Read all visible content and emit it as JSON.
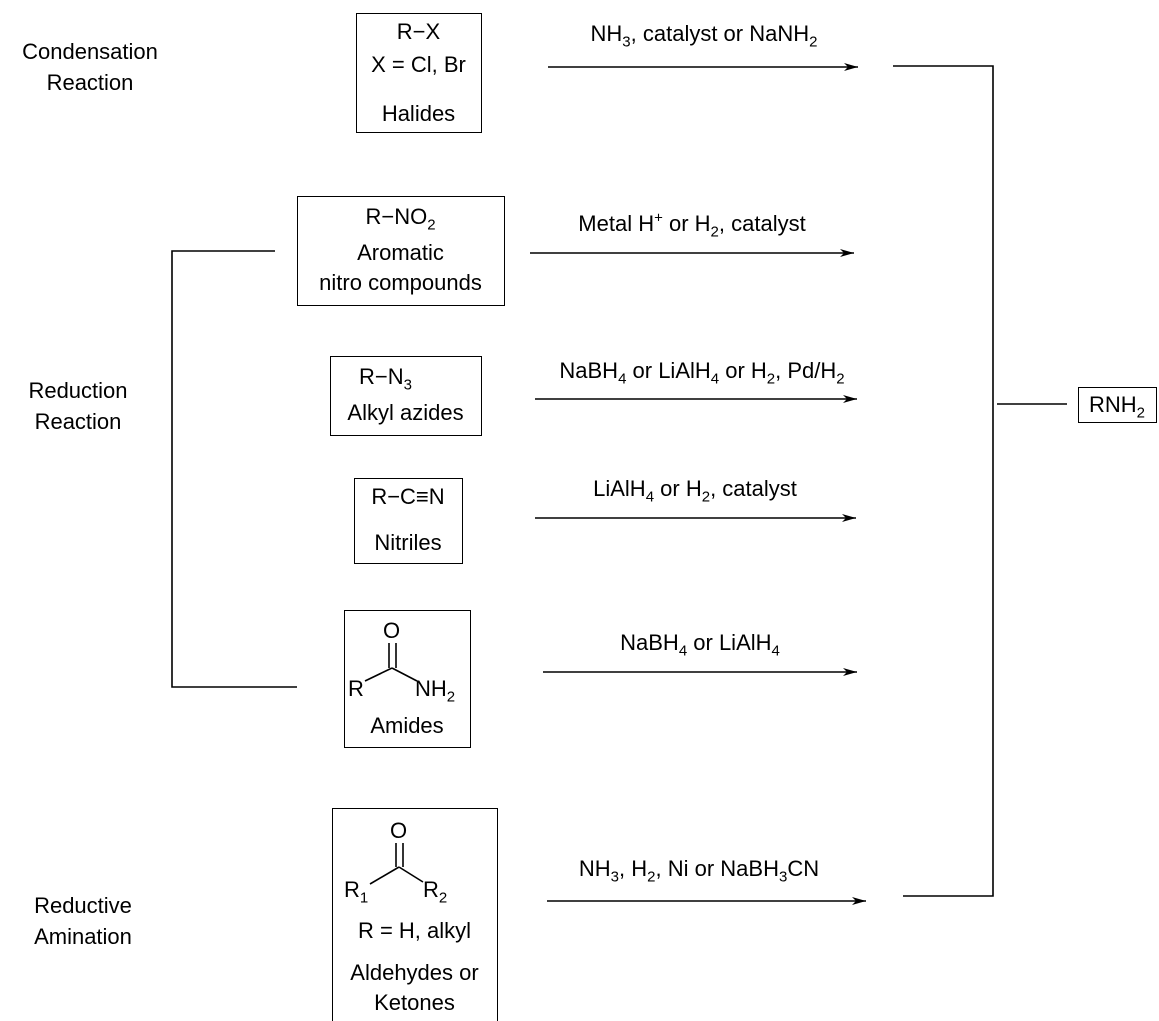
{
  "categories": {
    "condensation": [
      "Condensation",
      "Reaction"
    ],
    "reduction": [
      "Reduction",
      "Reaction"
    ],
    "reductive": [
      "Reductive",
      "Amination"
    ]
  },
  "halides": {
    "formula": "R−X",
    "note": "X = Cl, Br",
    "name": "Halides"
  },
  "nitro": {
    "formula_main": "R−NO",
    "formula_sub": "2",
    "name1": "Aromatic",
    "name2": "nitro compounds"
  },
  "azides": {
    "formula_main": "R−N",
    "formula_sub": "3",
    "name": "Alkyl azides"
  },
  "nitriles": {
    "formula": "R−C≡N",
    "name": "Nitriles"
  },
  "amides": {
    "o": "O",
    "r": "R",
    "nh": "NH",
    "nh_sub": "2",
    "name": "Amides"
  },
  "carbonyl": {
    "o": "O",
    "r1": "R",
    "r1_sub": "1",
    "r2": "R",
    "r2_sub": "2",
    "note": "R = H, alkyl",
    "name1": "Aldehydes or",
    "name2": "Ketones"
  },
  "reagents": {
    "halides": {
      "a": "NH",
      "a_sub": "3",
      "b": ", catalyst or NaNH",
      "b_sub": "2"
    },
    "nitro": {
      "a": "Metal H",
      "a_sup": "+",
      "b": " or H",
      "b_sub": "2",
      "c": ", catalyst"
    },
    "azides": {
      "a": "NaBH",
      "a_sub": "4",
      "b": " or LiAlH",
      "b_sub": "4",
      "c": " or H",
      "c_sub": "2",
      "d": ", Pd/H",
      "d_sub": "2"
    },
    "nitriles": {
      "a": "LiAlH",
      "a_sub": "4",
      "b": " or H",
      "b_sub": "2",
      "c": ", catalyst"
    },
    "amides": {
      "a": "NaBH",
      "a_sub": "4",
      "b": " or LiAlH",
      "b_sub": "4"
    },
    "carbonyl": {
      "a": "NH",
      "a_sub": "3",
      "b": ", H",
      "b_sub": "2",
      "c": ", Ni or NaBH",
      "c_sub": "3",
      "d": "CN"
    }
  },
  "product": {
    "main": "RNH",
    "sub": "2"
  }
}
